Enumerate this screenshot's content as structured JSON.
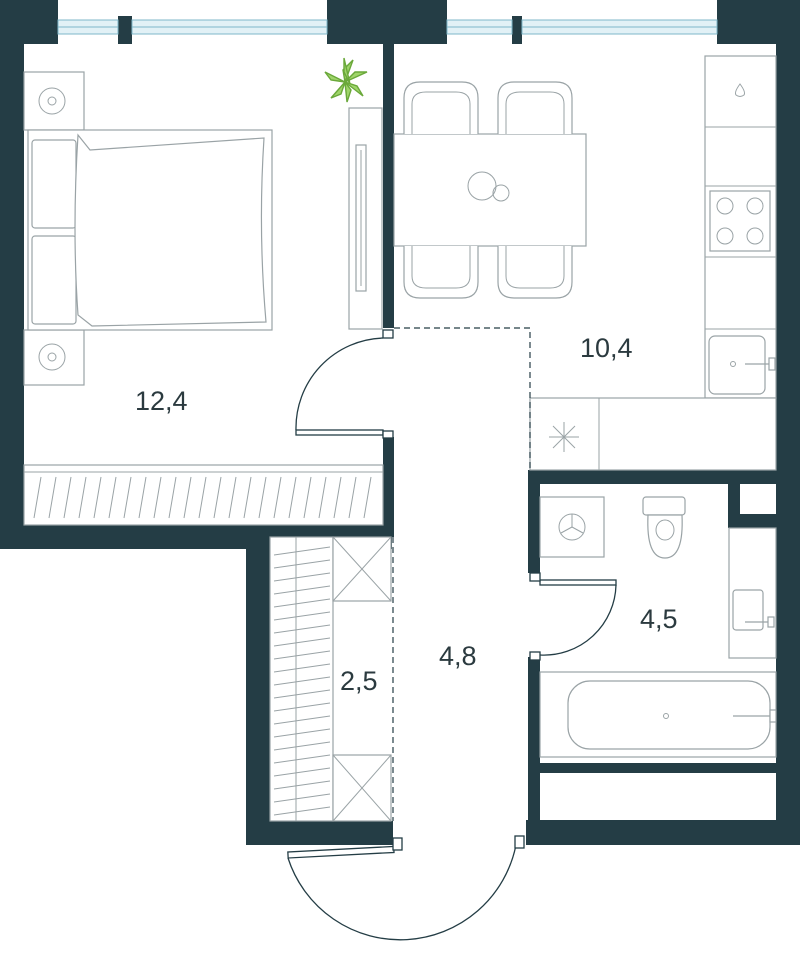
{
  "rooms": {
    "bedroom": {
      "area": "12,4"
    },
    "kitchen": {
      "area": "10,4"
    },
    "wardrobe": {
      "area": "2,5"
    },
    "hallway": {
      "area": "4,8"
    },
    "bathroom": {
      "area": "4,5"
    }
  },
  "colors": {
    "wall": "#243d45",
    "furniture_stroke": "#9aa3a6",
    "window_glass": "#e2f1f6",
    "plant": "#7cc242"
  },
  "icons": [
    "plant-icon",
    "stove-icon",
    "sink-icon",
    "toilet-icon",
    "washing-machine-icon",
    "bathtub-icon"
  ]
}
